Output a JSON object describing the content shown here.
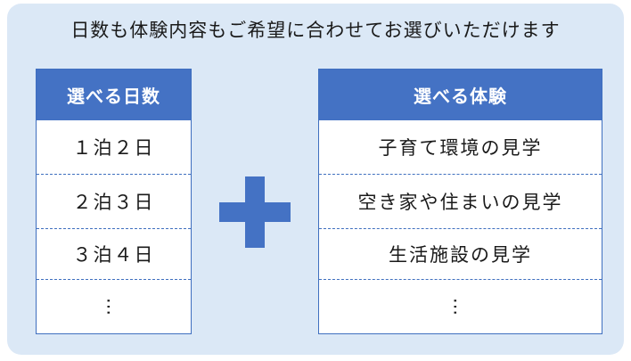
{
  "headline": "日数も体験内容もご希望に合わせてお選びいただけます",
  "left_box": {
    "header": "選べる日数",
    "items": [
      "１泊２日",
      "２泊３日",
      "３泊４日",
      "…"
    ]
  },
  "right_box": {
    "header": "選べる体験",
    "items": [
      "子育て環境の見学",
      "空き家や住まいの見学",
      "生活施設の見学",
      "…"
    ]
  },
  "colors": {
    "panel_background": "#dbe8f6",
    "accent_blue": "#4472c4"
  },
  "icons": {
    "plus": "plus-icon"
  }
}
